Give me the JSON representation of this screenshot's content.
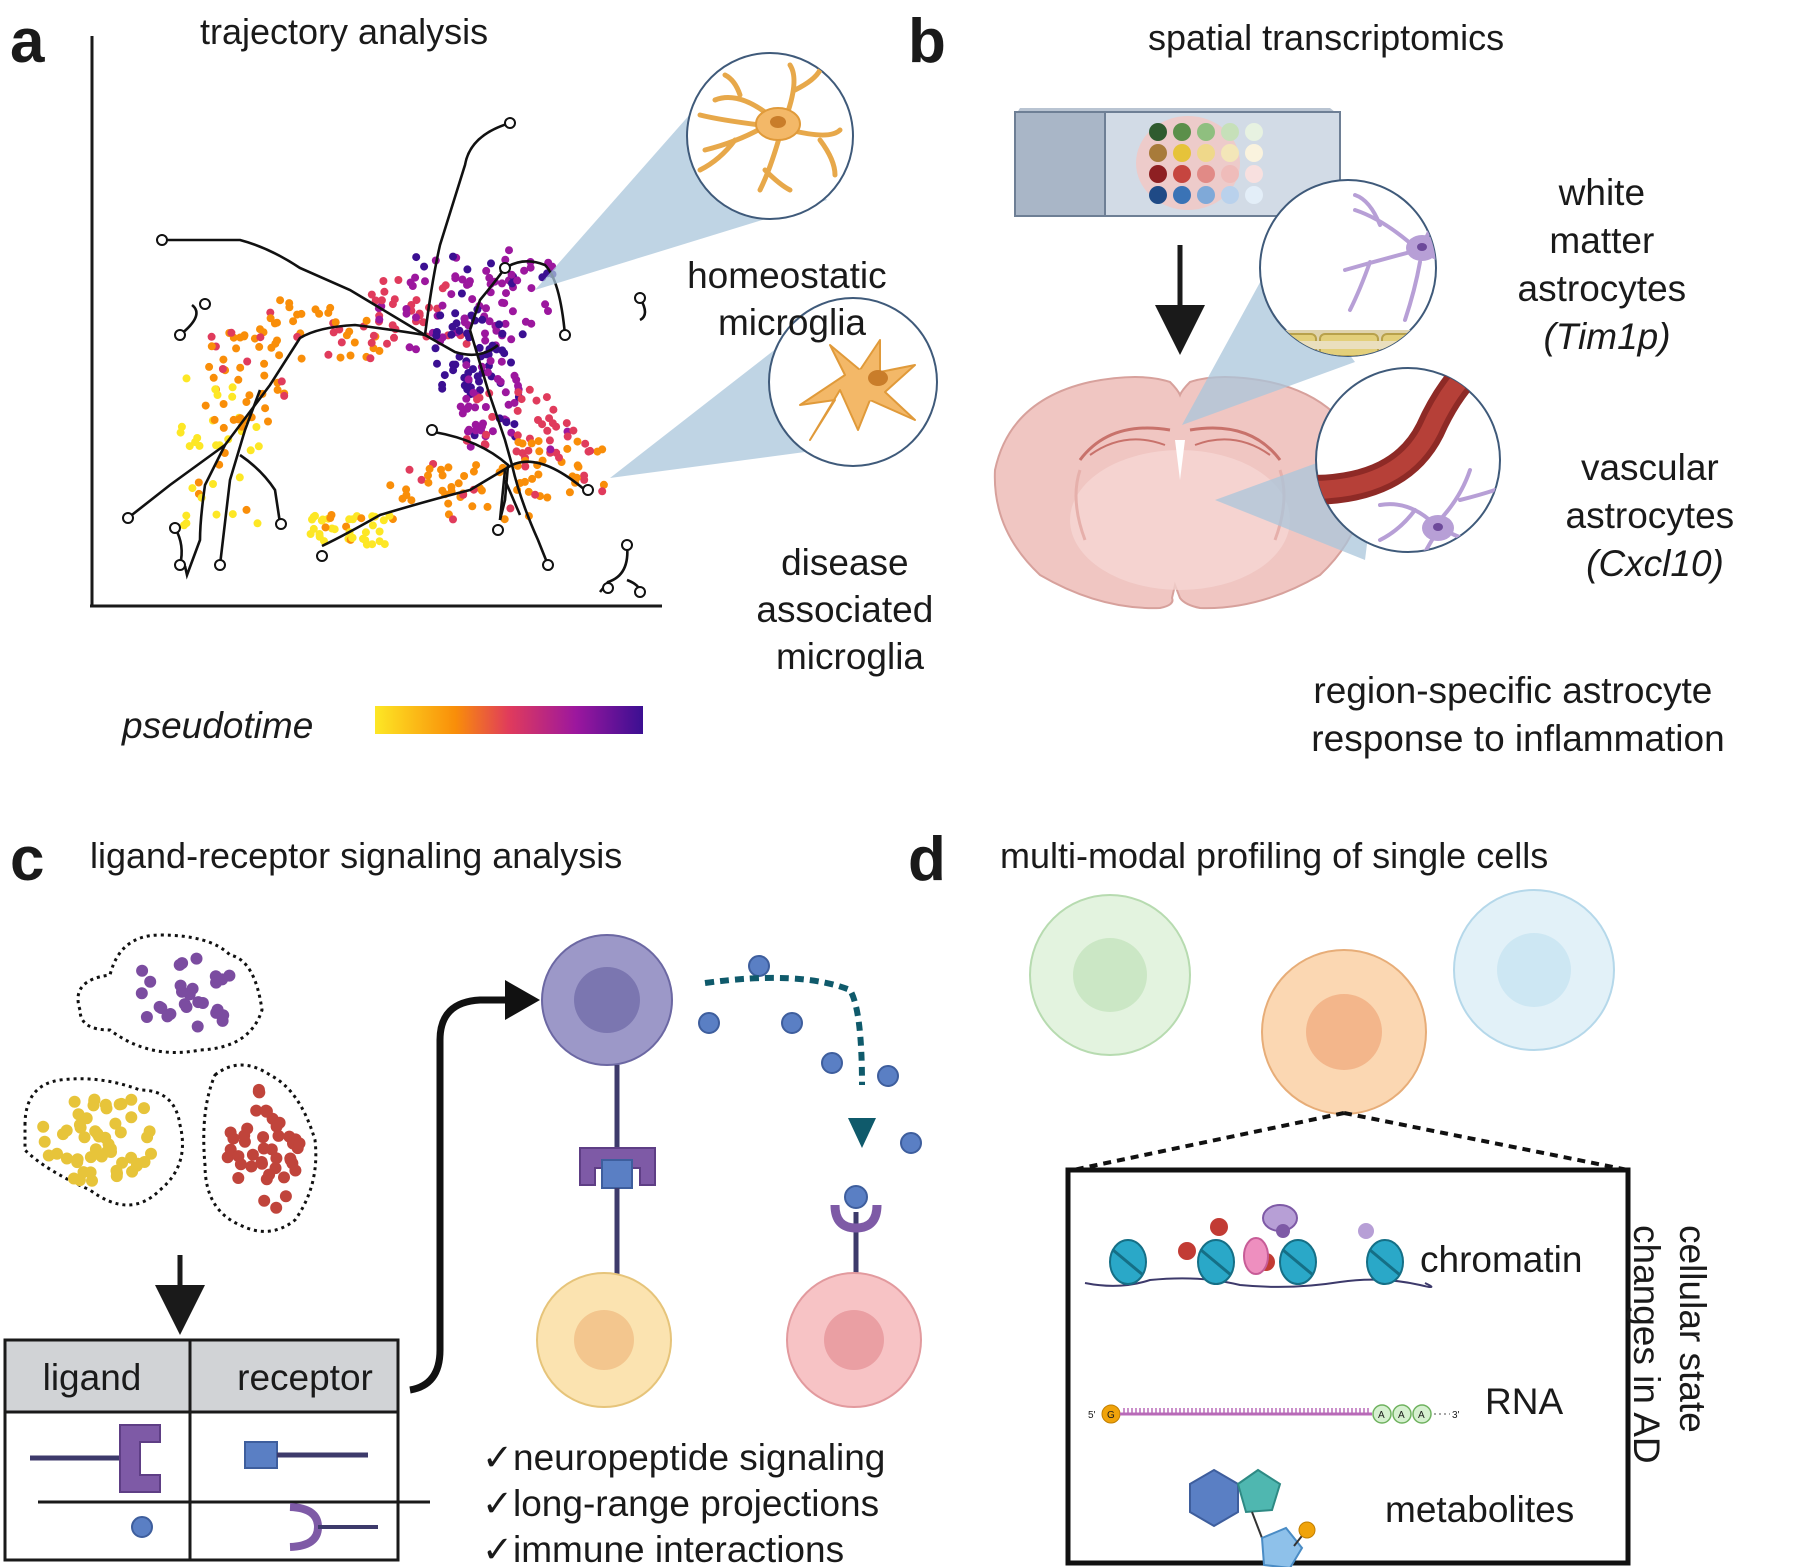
{
  "panels": {
    "a": {
      "letter": "a",
      "title": "trajectory analysis",
      "label_homeostatic": [
        "homeostatic",
        "microglia"
      ],
      "label_disease": [
        "disease",
        "associated",
        "microglia"
      ],
      "legend_label": "pseudotime",
      "legend_colors": [
        "#fde725",
        "#f98e09",
        "#e03b5c",
        "#9c179e",
        "#3b0f92"
      ]
    },
    "b": {
      "letter": "b",
      "title": "spatial transcriptomics",
      "label_white": [
        "white",
        "matter",
        "astrocytes",
        "(Tim1p)"
      ],
      "label_vascular": [
        "vascular",
        "astrocytes",
        "(Cxcl10)"
      ],
      "caption": [
        "region-specific astrocyte",
        "response to inflammation"
      ]
    },
    "c": {
      "letter": "c",
      "title": "ligand-receptor signaling analysis",
      "table_headers": [
        "ligand",
        "receptor"
      ],
      "checklist": [
        "✓neuropeptide signaling",
        "✓long-range projections",
        "✓immune interactions"
      ]
    },
    "d": {
      "letter": "d",
      "title": "multi-modal profiling of single cells",
      "modalities": [
        "chromatin",
        "RNA",
        "metabolites"
      ],
      "side_label": [
        "cellular state",
        "changes in AD"
      ],
      "rna_5prime": "5'",
      "rna_3prime": "3'",
      "rna_cap": "G",
      "rna_polya": [
        "A",
        "A",
        "A"
      ]
    }
  },
  "colors": {
    "microglia": "#f3b868",
    "astrocyte": "#b79fd6",
    "brain": "#f0c6c2",
    "callout": "#a9c6db",
    "cluster_purple": "#7b4ca0",
    "cluster_yellow": "#e7c43a",
    "cluster_red": "#c0443b",
    "ligand_purple": "#7e5aa6",
    "receptor_blue": "#5a7fc4",
    "signal_arrow": "#0f5a6b"
  }
}
